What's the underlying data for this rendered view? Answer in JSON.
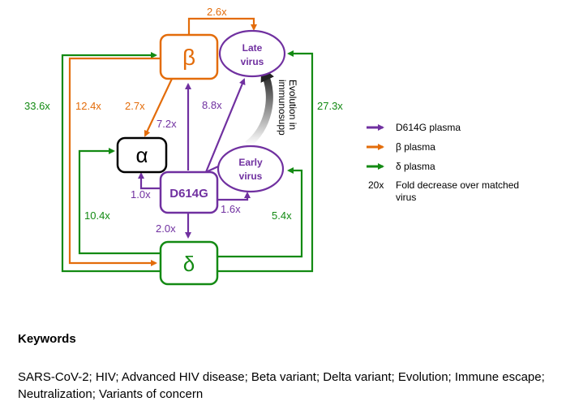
{
  "colors": {
    "d614g": "#7030a0",
    "beta": "#e36c0a",
    "delta": "#138a13",
    "alpha": "#000000",
    "evolution": "#555555"
  },
  "nodes": {
    "beta": "β",
    "alpha": "α",
    "d614g": "D614G",
    "delta": "δ",
    "late_virus": [
      "Late",
      "virus"
    ],
    "early_virus": [
      "Early",
      "virus"
    ]
  },
  "fold_labels": {
    "beta_to_late": "2.6x",
    "delta_to_beta": "33.6x",
    "beta_self_left": "12.4x",
    "beta_to_alpha": "2.7x",
    "d614g_to_beta": "7.2x",
    "d614g_to_late": "8.8x",
    "d614g_to_alpha": "1.0x",
    "d614g_to_early": "1.6x",
    "d614g_to_delta": "2.0x",
    "delta_to_alpha": "10.4x",
    "delta_to_late": "27.3x",
    "delta_to_early": "5.4x"
  },
  "evolution_label": [
    "Evolution in",
    "immunosupp"
  ],
  "legend": {
    "items": [
      {
        "label": "D614G plasma",
        "color": "#7030a0"
      },
      {
        "label": "β plasma",
        "color": "#e36c0a"
      },
      {
        "label": "δ plasma",
        "color": "#138a13"
      }
    ],
    "fold_key": "20x",
    "fold_text": [
      "Fold decrease over matched",
      "virus"
    ]
  },
  "keywords": {
    "title": "Keywords",
    "text": "SARS-CoV-2; HIV; Advanced HIV disease; Beta variant; Delta variant; Evolution; Immune escape; Neutralization; Variants of concern"
  }
}
